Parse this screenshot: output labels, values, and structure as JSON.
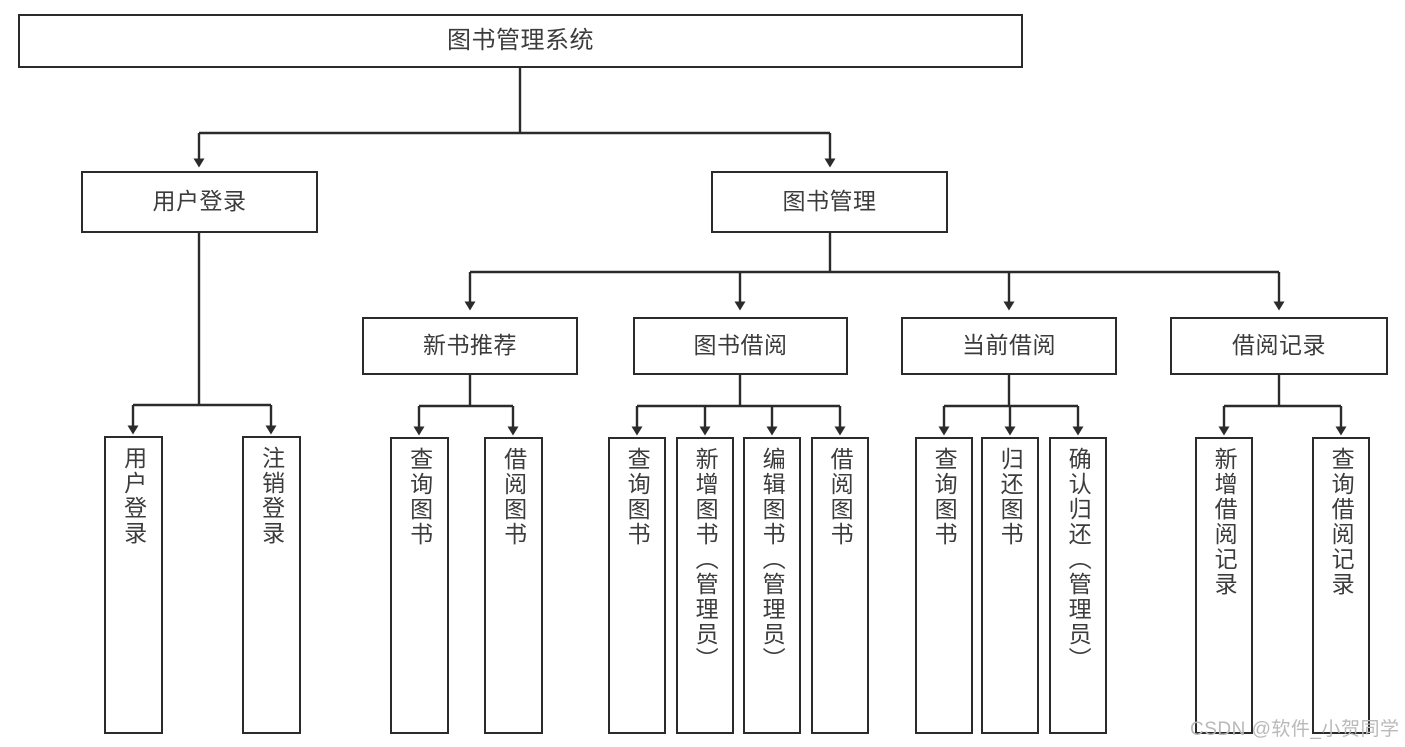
{
  "diagram": {
    "title": "图书管理系统",
    "type": "functional-structure-tree",
    "colors": {
      "box_border": "#2b2b2b",
      "box_fill": "#ffffff",
      "text": "#3c3c3c",
      "connector": "#2b2b2b",
      "watermark": "#b9b9b9",
      "background": "#ffffff"
    },
    "root": {
      "label": "图书管理系统"
    },
    "level1": [
      {
        "label": "用户登录"
      },
      {
        "label": "图书管理"
      }
    ],
    "level2": [
      {
        "label": "新书推荐"
      },
      {
        "label": "图书借阅"
      },
      {
        "label": "当前借阅"
      },
      {
        "label": "借阅记录"
      }
    ],
    "leaves": {
      "user_login": [
        {
          "label": "用户登录"
        },
        {
          "label": "注销登录"
        }
      ],
      "new_book_recommend": [
        {
          "label": "查询图书"
        },
        {
          "label": "借阅图书"
        }
      ],
      "book_borrow": [
        {
          "label": "查询图书"
        },
        {
          "label": "新增图书（管理员）"
        },
        {
          "label": "编辑图书（管理员）"
        },
        {
          "label": "借阅图书"
        }
      ],
      "current_borrow": [
        {
          "label": "查询图书"
        },
        {
          "label": "归还图书"
        },
        {
          "label": "确认归还（管理员）"
        }
      ],
      "borrow_record": [
        {
          "label": "新增借阅记录"
        },
        {
          "label": "查询借阅记录"
        }
      ]
    },
    "watermark": {
      "text": "CSDN @软件_小贺同学"
    }
  }
}
